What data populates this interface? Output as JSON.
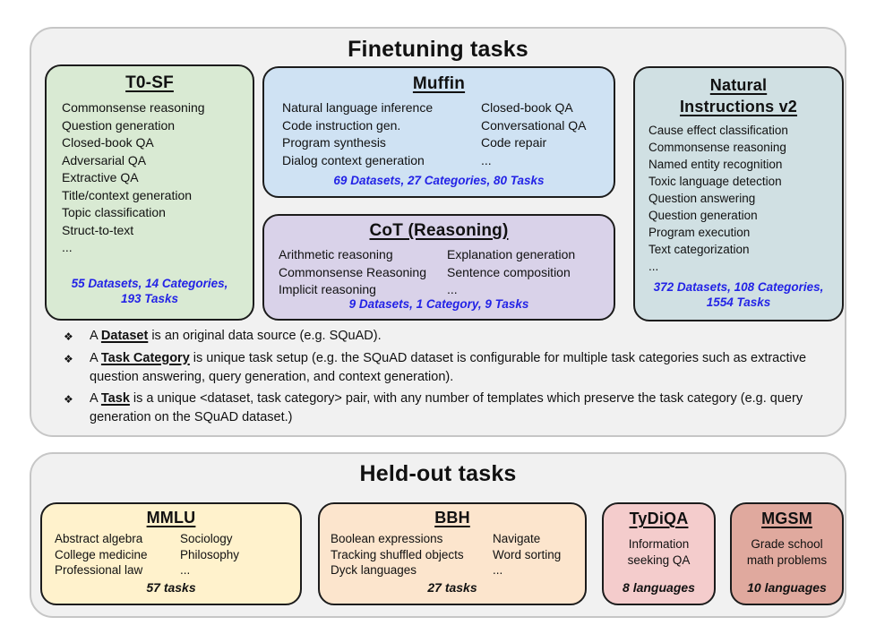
{
  "finetuning": {
    "title": "Finetuning tasks",
    "boxes": {
      "t0sf": {
        "title": "T0-SF",
        "items": [
          "Commonsense reasoning",
          "Question generation",
          "Closed-book QA",
          "Adversarial QA",
          "Extractive QA",
          "Title/context generation",
          "Topic classification",
          "Struct-to-text",
          "..."
        ],
        "stats1": "55 Datasets, 14 Categories,",
        "stats2": "193 Tasks"
      },
      "muffin": {
        "title": "Muffin",
        "col1": [
          "Natural language inference",
          "Code instruction gen.",
          "Program synthesis",
          "Dialog context generation"
        ],
        "col2": [
          "Closed-book QA",
          "Conversational QA",
          "Code repair",
          "..."
        ],
        "stats": "69 Datasets, 27 Categories, 80 Tasks"
      },
      "cot": {
        "title": "CoT (Reasoning)",
        "col1": [
          "Arithmetic reasoning",
          "Commonsense Reasoning",
          "Implicit reasoning"
        ],
        "col2": [
          "Explanation generation",
          "Sentence composition",
          "..."
        ],
        "stats": "9 Datasets, 1 Category, 9 Tasks"
      },
      "niv2": {
        "title1": "Natural",
        "title2": "Instructions v2",
        "items": [
          "Cause effect classification",
          "Commonsense reasoning",
          "Named entity recognition",
          "Toxic language detection",
          "Question answering",
          "Question generation",
          "Program execution",
          "Text categorization",
          "..."
        ],
        "stats1": "372 Datasets, 108 Categories,",
        "stats2": "1554 Tasks"
      }
    },
    "bullets": [
      {
        "marker": "❖",
        "pre": "A ",
        "term": "Dataset",
        "rest": " is an original data source (e.g. SQuAD)."
      },
      {
        "marker": "❖",
        "pre": "A ",
        "term": "Task Category",
        "rest": " is unique task setup (e.g. the SQuAD dataset is configurable for multiple task categories such as extractive question answering, query generation, and context generation)."
      },
      {
        "marker": "❖",
        "pre": "A ",
        "term": "Task",
        "rest": " is a unique <dataset, task category> pair, with any number of templates which preserve the task category (e.g. query generation on the SQuAD dataset.)"
      }
    ]
  },
  "heldout": {
    "title": "Held-out tasks",
    "boxes": {
      "mmlu": {
        "title": "MMLU",
        "col1": [
          "Abstract algebra",
          "College medicine",
          "Professional law"
        ],
        "col2": [
          "Sociology",
          "Philosophy",
          "..."
        ],
        "stats": "57 tasks"
      },
      "bbh": {
        "title": "BBH",
        "col1": [
          "Boolean expressions",
          "Tracking shuffled objects",
          "Dyck languages"
        ],
        "col2": [
          "Navigate",
          "Word sorting",
          "..."
        ],
        "stats": "27 tasks"
      },
      "tydiqa": {
        "title": "TyDiQA",
        "desc1": "Information",
        "desc2": "seeking QA",
        "stats": "8 languages"
      },
      "mgsm": {
        "title": "MGSM",
        "desc1": "Grade school",
        "desc2": "math problems",
        "stats": "10 languages"
      }
    }
  },
  "colors": {
    "section_bg": "#f1f1f1",
    "section_border": "#c6c6c6",
    "box_border": "#1c1c1c",
    "t0sf_bg": "#d9ead3",
    "muffin_bg": "#cfe2f3",
    "cot_bg": "#d9d2e9",
    "niv2_bg": "#d0e0e3",
    "mmlu_bg": "#fff2cc",
    "bbh_bg": "#fce5cd",
    "tydiqa_bg": "#f4cccc",
    "mgsm_bg": "#e0a99e",
    "stats_blue": "#2323e6"
  }
}
